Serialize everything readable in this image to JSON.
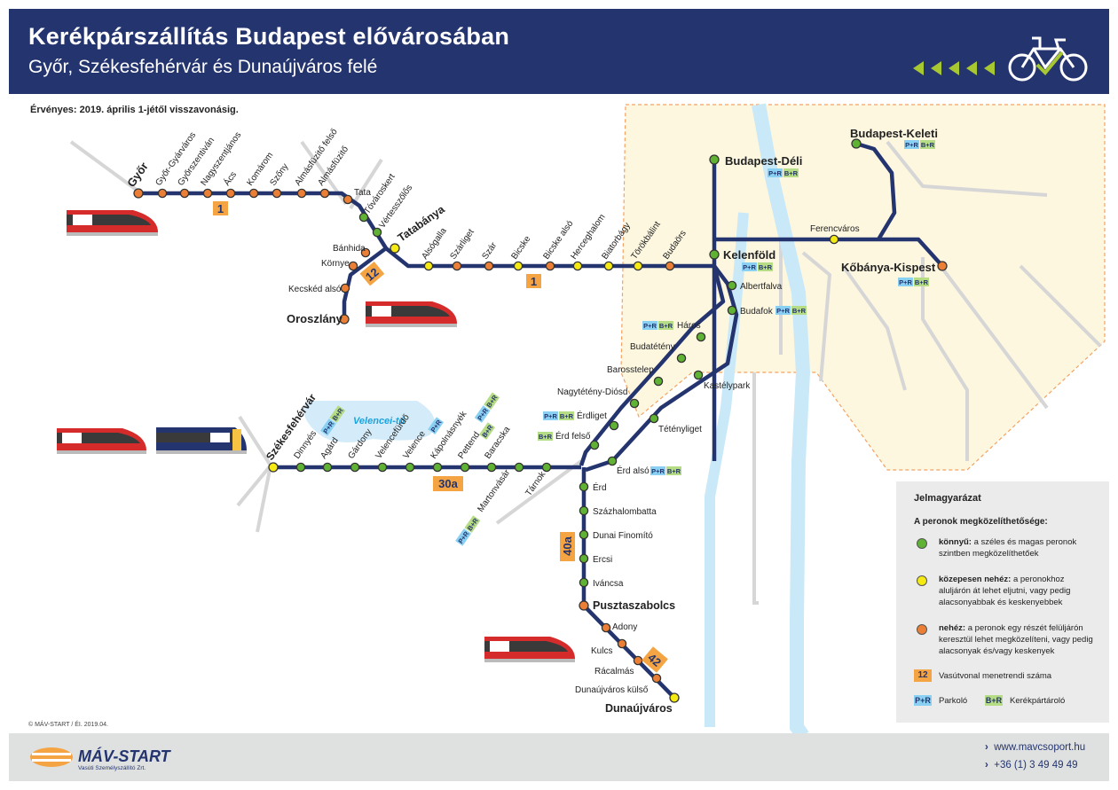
{
  "header": {
    "title": "Kerékpárszállítás Budapest elővárosában",
    "subtitle": "Győr, Székesfehérvár és Dunaújváros felé"
  },
  "validity": "Érvényes: 2019. április 1-jétől visszavonásig.",
  "copyright": "© MÁV-START / ÉI. 2019.04.",
  "colors": {
    "header_bg": "#24346f",
    "line": "#24346f",
    "arrow_green": "#a8c832",
    "lake": "#d4ecf9",
    "danube": "#c9e9f8",
    "budapest_area": "#fdf7e0",
    "border_orange": "#f4a261",
    "easy": "#5fb233",
    "medium": "#f6ea14",
    "hard": "#ec7f36",
    "line_number_bg": "#f4a443",
    "pr_bg": "#8ad0f2",
    "br_bg": "#b6dc86"
  },
  "icons": [
    "bicycle-icon",
    "train-icon",
    "mav-start-logo",
    "arrow-right-icon"
  ],
  "water": {
    "lake": "Velencei-tó"
  },
  "line_numbers": [
    "1",
    "12",
    "1",
    "30a",
    "40a",
    "42"
  ],
  "termini": [
    "Győr",
    "Tatabánya",
    "Oroszlány",
    "Székesfehérvár",
    "Budapest-Déli",
    "Budapest-Keleti",
    "Kelenföld",
    "Kőbánya-Kispest",
    "Pusztaszabolcs",
    "Dunaújváros"
  ],
  "stations": {
    "line1_west": [
      "Győr",
      "Győr-Gyárváros",
      "Győrszentiván",
      "Nagyszentjános",
      "Ács",
      "Komárom",
      "Szőny",
      "Almásfüzitő felső",
      "Almásfüzitő",
      "Tata",
      "Tóváros­kert",
      "Vértesszőlős",
      "Tatabánya"
    ],
    "line12": [
      "Bánhida",
      "Környe",
      "Kecskéd alsó",
      "Oroszlány"
    ],
    "line1_east": [
      "Alsógalla",
      "Szárliget",
      "Szár",
      "Bicske",
      "Bicske alsó",
      "Herceghalom",
      "Biatorbágy",
      "Törökbálint",
      "Budaörs"
    ],
    "budapest": [
      "Budapest-Déli",
      "Kelenföld",
      "Budapest-Keleti",
      "Ferencváros",
      "Kőbánya-Kispest",
      "Albertfalva",
      "Budafok"
    ],
    "line30a": [
      "Székesfehérvár",
      "Dinnyés",
      "Agárd",
      "Gárdony",
      "Velencefürdő",
      "Velence",
      "Kápolnásnyék",
      "Pettend",
      "Baracska",
      "Martonvásár",
      "Tárnok"
    ],
    "line30a_via_haros": [
      "Háros",
      "Budatétény",
      "Barosstelep",
      "Nagytétény-Diósd",
      "Érdliget",
      "Érd felső"
    ],
    "line40a_via": [
      "Kastélypark",
      "Tétényliget",
      "Érd alsó"
    ],
    "line40a": [
      "Érd",
      "Százhalombatta",
      "Dunai Finomító",
      "Ercsi",
      "Iváncsa",
      "Pusztaszabolcs"
    ],
    "line42": [
      "Adony",
      "Kulcs",
      "Rácalmás",
      "Dunaújváros külső",
      "Dunaújváros"
    ]
  },
  "badges": {
    "pr": "P+R",
    "br": "B+R"
  },
  "legend": {
    "title": "Jelmagyarázat",
    "subtitle": "A peronok megközelíthetősége:",
    "easy_label": "könnyű:",
    "easy_desc": "a széles és magas peronok szintben megközelíthetőek",
    "medium_label": "közepesen nehéz:",
    "medium_desc": "a peronokhoz aluljárón át lehet eljutni, vagy pedig alacsonyabbak és keskenyebbek",
    "hard_label": "nehéz:",
    "hard_desc": "a peronok egy részét felüljárón keresztül lehet megközelíteni, vagy pedig alacsonyak és/vagy keskenyek",
    "line_number_sample": "12",
    "line_number_desc": "Vasútvonal menetrendi száma",
    "pr_desc": "Parkoló",
    "br_desc": "Kerékpártároló"
  },
  "footer": {
    "logo": "MÁV-START",
    "logo_sub": "Vasúti Személyszállító Zrt.",
    "web": "www.mavcsoport.hu",
    "phone": "+36 (1) 3 49 49 49"
  }
}
